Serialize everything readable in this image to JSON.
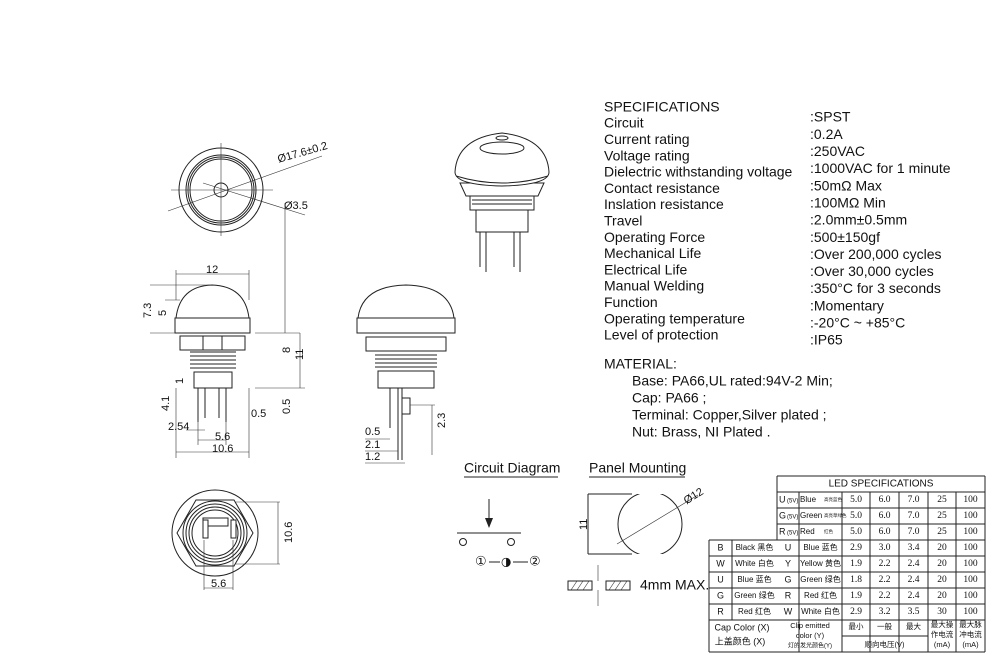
{
  "specifications": {
    "title": "SPECIFICATIONS",
    "items": [
      {
        "label": "Circuit",
        "value": ":SPST"
      },
      {
        "label": "Current rating",
        "value": ":0.2A"
      },
      {
        "label": "Voltage rating",
        "value": ":250VAC"
      },
      {
        "label": "Dielectric withstanding voltage",
        "value": ":1000VAC for 1 minute"
      },
      {
        "label": "Contact resistance",
        "value": ":50mΩ  Max"
      },
      {
        "label": "Inslation resistance",
        "value": ":100MΩ  Min"
      },
      {
        "label": "Travel",
        "value": ":2.0mm±0.5mm"
      },
      {
        "label": "Operating Force",
        "value": ":500±150gf"
      },
      {
        "label": "Mechanical Life",
        "value": ":Over 200,000 cycles"
      },
      {
        "label": "Electrical Life",
        "value": ":Over 30,000 cycles"
      },
      {
        "label": "Manual Welding",
        "value": ":350°C for 3 seconds"
      },
      {
        "label": "Function",
        "value": ":Momentary"
      },
      {
        "label": "Operating temperature",
        "value": ":-20°C ~ +85°C"
      },
      {
        "label": "Level of protection",
        "value": ":IP65"
      }
    ]
  },
  "material": {
    "title": "MATERIAL:",
    "lines": [
      "Base: PA66,UL rated:94V-2 Min;",
      "Cap: PA66 ;",
      "Terminal: Copper,Silver plated ;",
      "Nut: Brass, NI Plated ."
    ]
  },
  "dimensions": {
    "front": {
      "outer_dia": "Ø17.6±0.2",
      "center_dia": "Ø3.5"
    },
    "side": {
      "width": "12",
      "height_total": "7.3",
      "cap_height": "5",
      "thread": "8",
      "body": "11",
      "gap": "1",
      "pin_len": "4.1",
      "pin_w": "0.5",
      "pin_offset": "0.5",
      "pitch": "2.54",
      "pin_span": "5.6",
      "base_w": "10.6"
    },
    "side2": {
      "tab": "2.3",
      "a": "0.5",
      "b": "2.1",
      "c": "1.2"
    },
    "bottom": {
      "height": "10.6",
      "span": "5.6"
    }
  },
  "circuit_diagram": {
    "title": "Circuit Diagram",
    "pin1": "①",
    "pin2": "②",
    "led": "◑"
  },
  "panel_mounting": {
    "title": "Panel Mounting",
    "dia": "Ø12",
    "height": "11",
    "thickness": "4mm MAX."
  },
  "led_table": {
    "title": "LED SPECIFICATIONS",
    "top_rows": [
      {
        "code": "U",
        "sub": "(5V)",
        "color": "Blue",
        "cn": "高亮蓝色",
        "min": "5.0",
        "typ": "6.0",
        "max": "7.0",
        "op": "25",
        "pulse": "100"
      },
      {
        "code": "G",
        "sub": "(5V)",
        "color": "Green",
        "cn": "高亮草绿色",
        "min": "5.0",
        "typ": "6.0",
        "max": "7.0",
        "op": "25",
        "pulse": "100"
      },
      {
        "code": "R",
        "sub": "(5V)",
        "color": "Red",
        "cn": "红色",
        "min": "5.0",
        "typ": "6.0",
        "max": "7.0",
        "op": "25",
        "pulse": "100"
      }
    ],
    "rows": [
      {
        "cap_code": "B",
        "cap": "Black 黑色",
        "code": "U",
        "color": "Blue  蓝色",
        "min": "2.9",
        "typ": "3.0",
        "max": "3.4",
        "op": "20",
        "pulse": "100"
      },
      {
        "cap_code": "W",
        "cap": "White  白色",
        "code": "Y",
        "color": "Yellow 黄色",
        "min": "1.9",
        "typ": "2.2",
        "max": "2.4",
        "op": "20",
        "pulse": "100"
      },
      {
        "cap_code": "U",
        "cap": "Blue  蓝色",
        "code": "G",
        "color": "Green 绿色",
        "min": "1.8",
        "typ": "2.2",
        "max": "2.4",
        "op": "20",
        "pulse": "100"
      },
      {
        "cap_code": "G",
        "cap": "Green 绿色",
        "code": "R",
        "color": "Red    红色",
        "min": "1.9",
        "typ": "2.2",
        "max": "2.4",
        "op": "20",
        "pulse": "100"
      },
      {
        "cap_code": "R",
        "cap": "Red  红色",
        "code": "W",
        "color": "White 白色",
        "min": "2.9",
        "typ": "3.2",
        "max": "3.5",
        "op": "30",
        "pulse": "100"
      }
    ],
    "footer": {
      "cap_color": "Cap Color (X)",
      "cap_color_cn": "上盖颜色  (X)",
      "clip_1": "Clip emitted",
      "clip_2": "color (Y)",
      "clip_cn": "灯的发光颜色(Y)",
      "min": "最小",
      "typ": "一般",
      "max": "最大",
      "vf": "顺向电压(V)",
      "op_1": "最大操",
      "op_2": "作电流",
      "op_3": "(mA)",
      "pulse_1": "最大脉",
      "pulse_2": "冲电流",
      "pulse_3": "(mA)"
    }
  }
}
